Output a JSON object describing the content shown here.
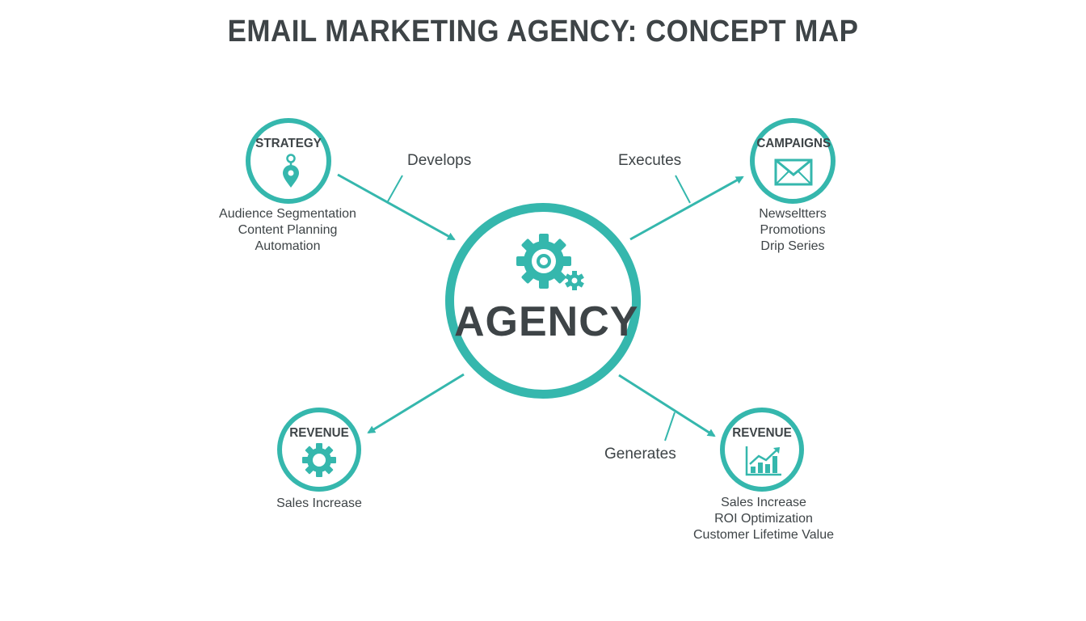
{
  "title": "EMAIL MARKETING AGENCY: CONCEPT MAP",
  "colors": {
    "accent": "#35b7ad",
    "text": "#3e4447",
    "background": "#ffffff"
  },
  "center": {
    "label": "AGENCY",
    "icon": "gears-icon"
  },
  "nodes": [
    {
      "id": "strategy",
      "title": "STRATEGY",
      "icon": "map-pin-icon",
      "items": [
        "Audience Segmentation",
        "Content Planning",
        "Automation"
      ]
    },
    {
      "id": "campaigns",
      "title": "CAMPAIGNS",
      "icon": "envelope-icon",
      "items": [
        "Newseltters",
        "Promotions",
        "Drip Series"
      ]
    },
    {
      "id": "revenue-left",
      "title": "REVENUE",
      "icon": "gear-icon",
      "items": [
        "Sales Increase"
      ]
    },
    {
      "id": "revenue-right",
      "title": "REVENUE",
      "icon": "bar-chart-icon",
      "items": [
        "Sales Increase",
        "ROI Optimization",
        "Customer Lifetime Value"
      ]
    }
  ],
  "edges": [
    {
      "from": "strategy",
      "to": "agency",
      "label": "Develops"
    },
    {
      "from": "agency",
      "to": "campaigns",
      "label": "Executes"
    },
    {
      "from": "agency",
      "to": "revenue-left",
      "label": ""
    },
    {
      "from": "agency",
      "to": "revenue-right",
      "label": "Generates"
    }
  ]
}
